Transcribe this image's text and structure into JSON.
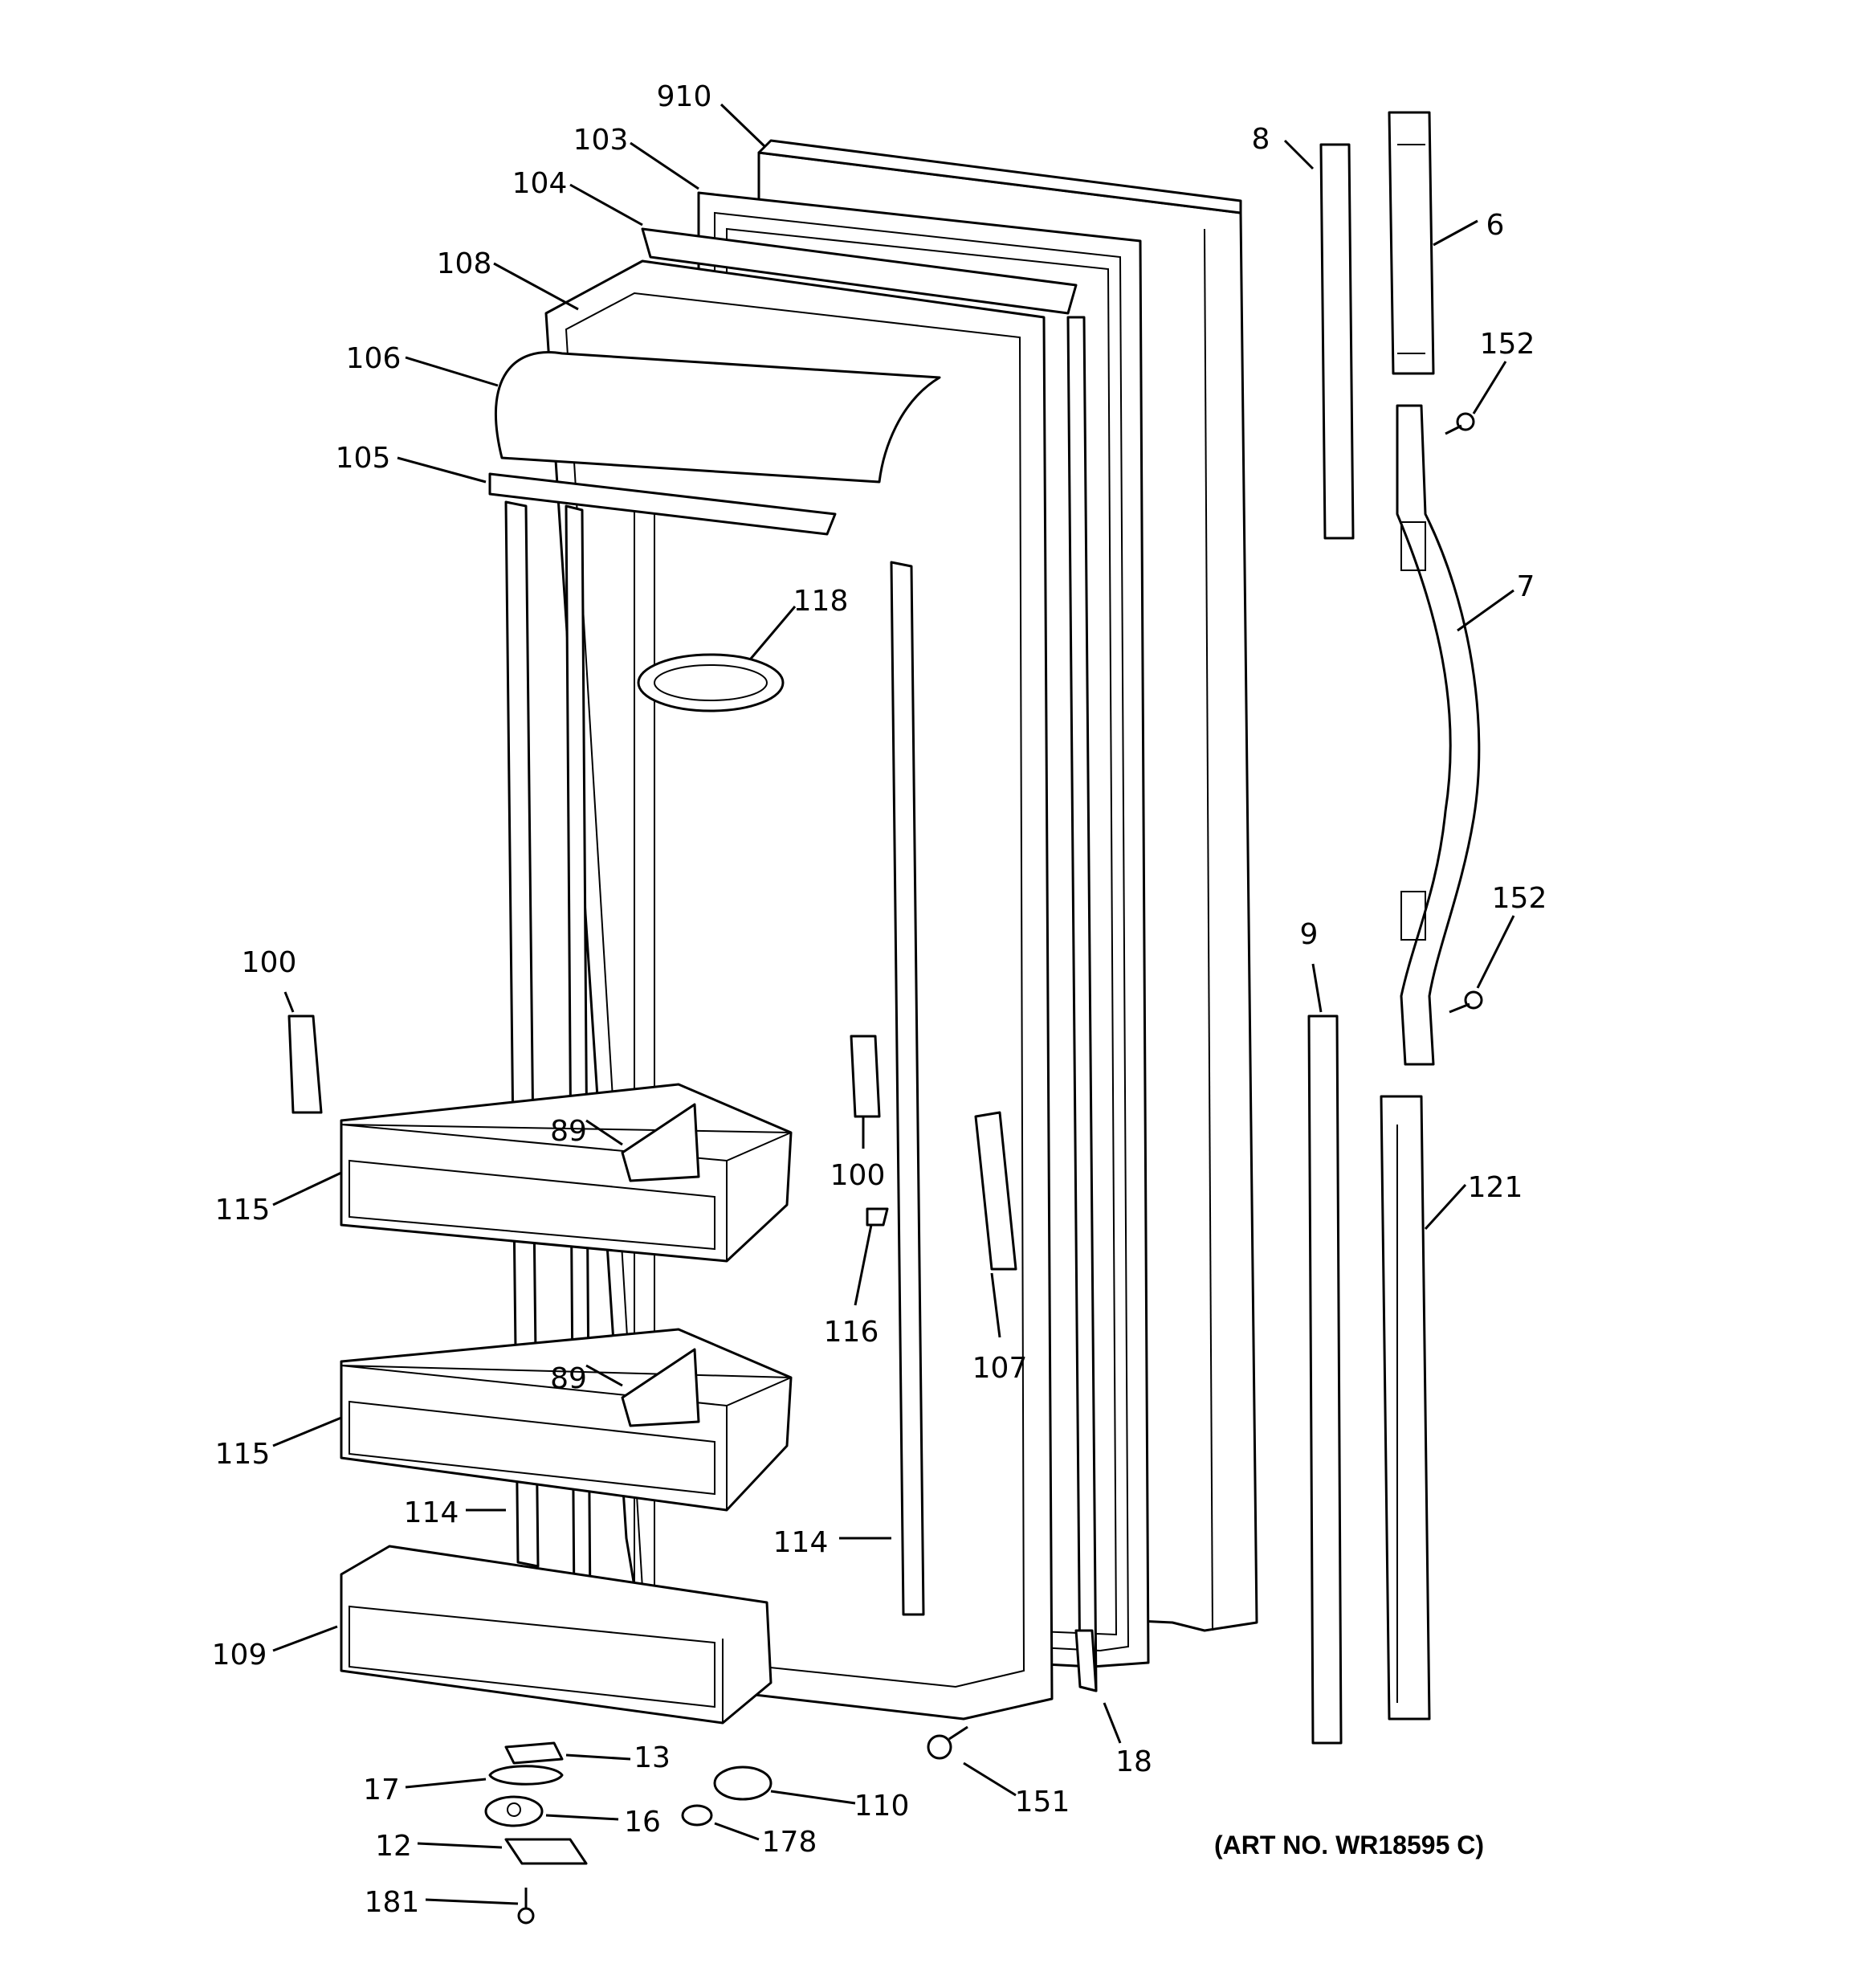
{
  "art_number": "(ART NO. WR18595 C)",
  "labels": {
    "l910": "910",
    "l103": "103",
    "l104": "104",
    "l108": "108",
    "l106": "106",
    "l105": "105",
    "l118": "118",
    "l8": "8",
    "l6": "6",
    "l152a": "152",
    "l7": "7",
    "l152b": "152",
    "l9": "9",
    "l121": "121",
    "l100a": "100",
    "l89a": "89",
    "l115a": "115",
    "l100b": "100",
    "l116": "116",
    "l107": "107",
    "l89b": "89",
    "l115b": "115",
    "l114a": "114",
    "l114b": "114",
    "l109": "109",
    "l13": "13",
    "l17": "17",
    "l110": "110",
    "l16": "16",
    "l151": "151",
    "l18": "18",
    "l12": "12",
    "l178": "178",
    "l181": "181"
  }
}
